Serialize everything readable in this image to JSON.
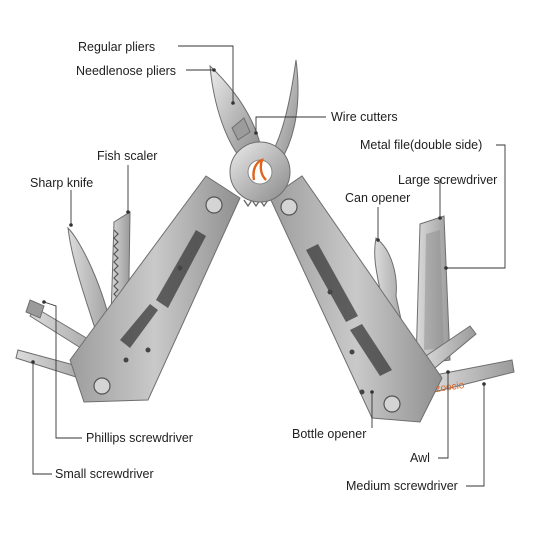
{
  "labels": {
    "regular_pliers": "Regular pliers",
    "needlenose_pliers": "Needlenose pliers",
    "wire_cutters": "Wire cutters",
    "metal_file": "Metal file(double side)",
    "fish_scaler": "Fish scaler",
    "large_screwdriver": "Large screwdriver",
    "sharp_knife": "Sharp knife",
    "can_opener": "Can opener",
    "phillips_screwdriver": "Phillips screwdriver",
    "bottle_opener": "Bottle opener",
    "small_screwdriver": "Small screwdriver",
    "awl": "Awl",
    "medium_screwdriver": "Medium screwdriver"
  },
  "brand": "zoocio",
  "colors": {
    "background": "#ffffff",
    "steel_light": "#d9d9d9",
    "steel_mid": "#a8a8a8",
    "steel_dark": "#6e6e6e",
    "leader_line": "#333333",
    "brand_accent": "#e0641e"
  }
}
